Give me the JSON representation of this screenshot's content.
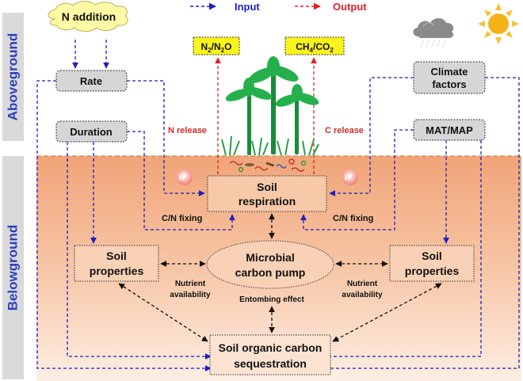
{
  "legend": {
    "input_label": "Input",
    "output_label": "Output",
    "input_color": "#1f1fbf",
    "output_color": "#e0202a"
  },
  "side_labels": {
    "aboveground": "Aboveground",
    "belowground": "Belowground",
    "color": "#2a3fc4"
  },
  "nodes": {
    "n_addition": "N addition",
    "rate": "Rate",
    "duration": "Duration",
    "climate_factors": [
      "Climate",
      "factors"
    ],
    "mat_map": "MAT/MAP",
    "n2_n2o": {
      "base1": "N",
      "sub1": "2",
      "mid": "/N",
      "sub2": "2",
      "end": "O"
    },
    "ch4_co2": {
      "base1": "CH",
      "sub1": "4",
      "mid": "/CO",
      "sub2": "2"
    },
    "soil_respiration": [
      "Soil",
      "respiration"
    ],
    "soil_properties_left": [
      "Soil",
      "properties"
    ],
    "soil_properties_right": [
      "Soil",
      "properties"
    ],
    "microbial_carbon_pump": [
      "Microbial",
      "carbon pump"
    ],
    "soc_sequestration": [
      "Soil organic carbon",
      "sequestration"
    ]
  },
  "edge_labels": {
    "n_release": "N release",
    "c_release": "C release",
    "cn_fixing_left": "C/N fixing",
    "cn_fixing_right": "C/N fixing",
    "nutrient_left": [
      "Nutrient",
      "availability"
    ],
    "nutrient_right": [
      "Nutrient",
      "availability"
    ],
    "entombing": "Entombing effect",
    "h_plus": "H",
    "h_plus_sup": "+"
  },
  "icons": [
    "rain-cloud-icon",
    "sun-icon",
    "palm-trees-illustration",
    "microbes-illustration",
    "h-ion-icon"
  ]
}
